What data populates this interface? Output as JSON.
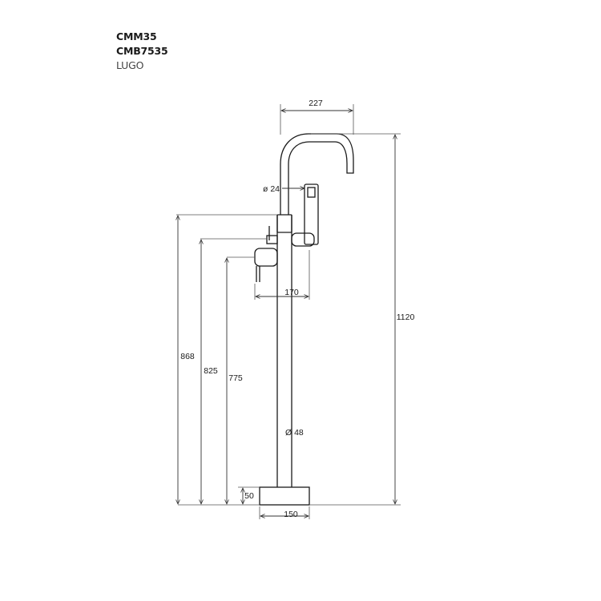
{
  "header": {
    "code_1": "CMM35",
    "code_2": "CMB7535",
    "model_name": "LUGO"
  },
  "dimensions": {
    "spout_reach": "227",
    "handset_diameter": "ø 24",
    "lever_reach": "170",
    "total_height": "1120",
    "height_868": "868",
    "height_825": "825",
    "height_775": "775",
    "body_diameter": "Ø 48",
    "base_height": "50",
    "base_width": "150"
  },
  "colors": {
    "line": "#1a1a1a",
    "dim_line": "#333333",
    "ext_line": "#555555"
  }
}
